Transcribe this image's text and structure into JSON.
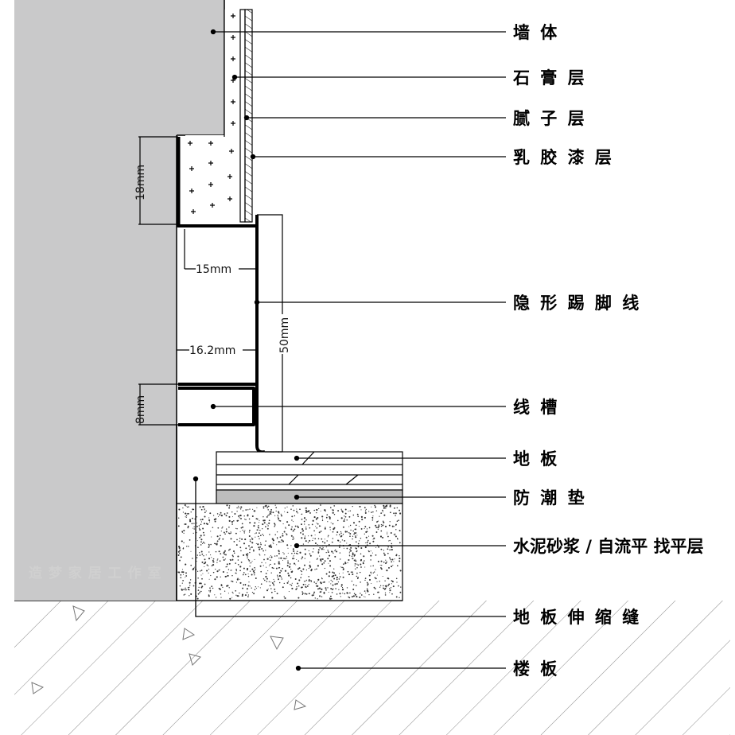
{
  "labels": {
    "wall": "墙 体",
    "gypsum": "石 膏 层",
    "putty": "腻 子 层",
    "latex": "乳 胶 漆 层",
    "skirting": "隐 形 踢 脚 线",
    "groove": "线 槽",
    "floor": "地 板",
    "pad": "防 潮 垫",
    "screed": "水泥砂浆 / 自流平 找平层",
    "gap": "地 板 伸 缩 缝",
    "slab": "楼 板"
  },
  "dimensions": {
    "d18": "18mm",
    "d15": "15mm",
    "d162": "16.2mm",
    "d50": "50mm",
    "d8": "8mm"
  },
  "watermark": "造 梦 家 居 工 作 室",
  "colors": {
    "wall_gray": "#c9c9ca",
    "pad_gray": "#bdbdbd",
    "line": "#000000"
  }
}
